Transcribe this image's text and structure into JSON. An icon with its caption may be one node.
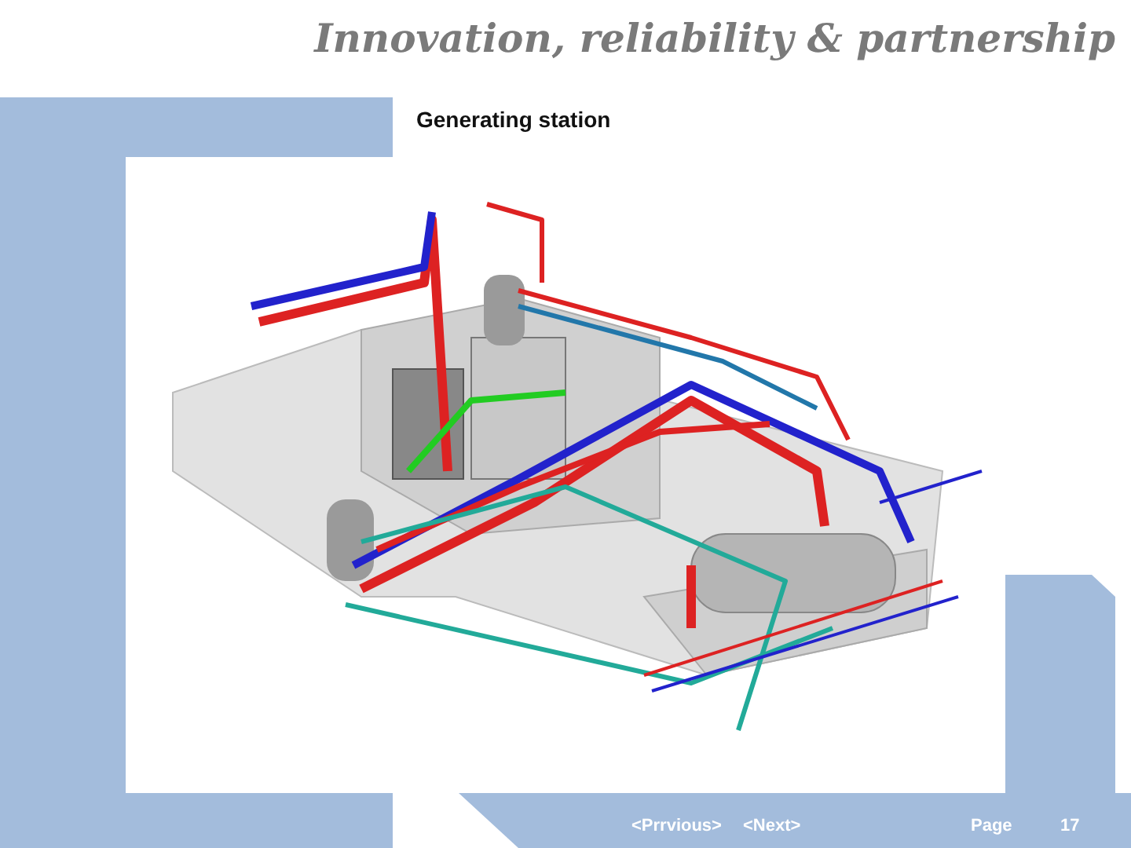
{
  "diagram": {
    "title": "Innovation, reliability & partnership",
    "labels": [
      "Generating station",
      "<Prrvious>",
      "<Next>",
      "Page",
      "17"
    ]
  }
}
